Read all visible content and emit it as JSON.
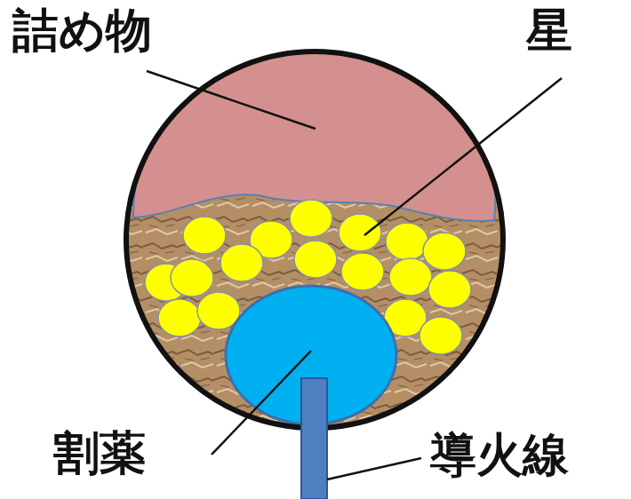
{
  "diagram": {
    "labels": [
      "詰め物",
      "星",
      "割薬",
      "導火線"
    ]
  }
}
